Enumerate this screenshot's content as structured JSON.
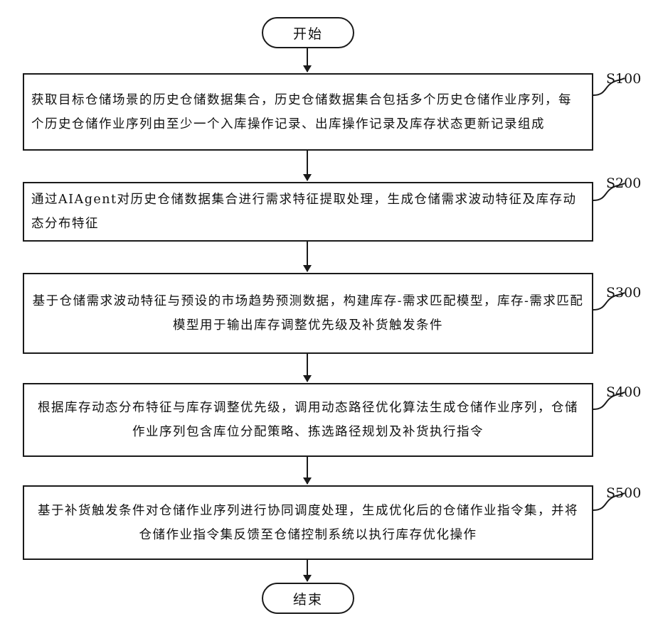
{
  "flowchart": {
    "start": "开始",
    "end": "结束",
    "steps": [
      {
        "label": "S100",
        "text": "获取目标仓储场景的历史仓储数据集合，历史仓储数据集合包括多个历史仓储作业序列，每个历史仓储作业序列由至少一个入库操作记录、出库操作记录及库存状态更新记录组成"
      },
      {
        "label": "S200",
        "text": "通过AIAgent对历史仓储数据集合进行需求特征提取处理，生成仓储需求波动特征及库存动态分布特征"
      },
      {
        "label": "S300",
        "text": "基于仓储需求波动特征与预设的市场趋势预测数据，构建库存-需求匹配模型，库存-需求匹配模型用于输出库存调整优先级及补货触发条件"
      },
      {
        "label": "S400",
        "text": "根据库存动态分布特征与库存调整优先级，调用动态路径优化算法生成仓储作业序列，仓储作业序列包含库位分配策略、拣选路径规划及补货执行指令"
      },
      {
        "label": "S500",
        "text": "基于补货触发条件对仓储作业序列进行协同调度处理，生成优化后的仓储作业指令集，并将仓储作业指令集反馈至仓储控制系统以执行库存优化操作"
      }
    ]
  }
}
